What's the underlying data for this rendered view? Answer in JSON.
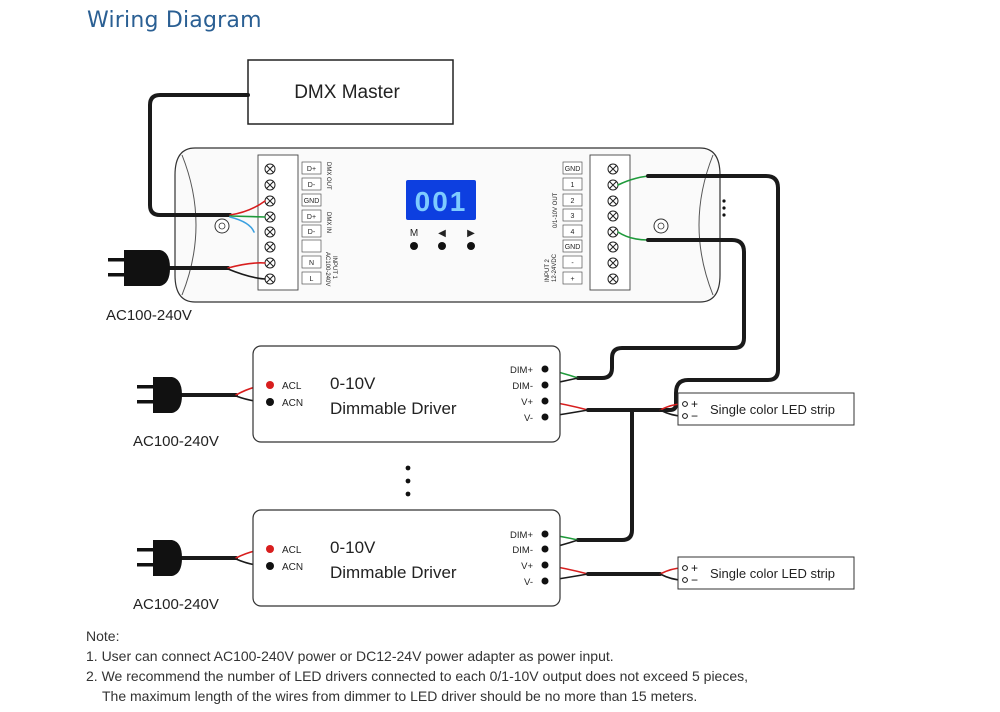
{
  "title": "Wiring Diagram",
  "dmx_master": {
    "label": "DMX Master"
  },
  "controller": {
    "display": "001",
    "buttons": [
      "M",
      "◀",
      "▶"
    ],
    "left_terminals": [
      "D+",
      "D-",
      "GND",
      "D+",
      "D-",
      "",
      "N",
      "L"
    ],
    "left_group_labels": [
      "DMX OUT",
      "DMX IN",
      "INPUT 1",
      "AC100-240V"
    ],
    "right_terminals": [
      "GND",
      "1",
      "2",
      "3",
      "4",
      "GND",
      "-",
      "+"
    ],
    "right_group_labels": [
      "0/1-10V OUT",
      "INPUT 2",
      "12-24VDC"
    ]
  },
  "power_labels": {
    "controller": "AC100-240V",
    "driver1": "AC100-240V",
    "driver2": "AC100-240V"
  },
  "drivers": [
    {
      "title_line1": "0-10V",
      "title_line2": "Dimmable Driver",
      "input_pins": [
        "ACL",
        "ACN"
      ],
      "output_pins": [
        "DIM+",
        "DIM-",
        "V+",
        "V-"
      ]
    },
    {
      "title_line1": "0-10V",
      "title_line2": "Dimmable Driver",
      "input_pins": [
        "ACL",
        "ACN"
      ],
      "output_pins": [
        "DIM+",
        "DIM-",
        "V+",
        "V-"
      ]
    }
  ],
  "led_strips": [
    {
      "label": "Single color LED strip",
      "plus": "+",
      "minus": "−"
    },
    {
      "label": "Single color LED strip",
      "plus": "+",
      "minus": "−"
    }
  ],
  "notes": {
    "heading": "Note:",
    "items": [
      "1. User can connect AC100-240V power or DC12-24V power adapter as power input.",
      "2. We recommend the number of LED drivers connected to each 0/1-10V output does not exceed 5 pieces,",
      "    The maximum length of the wires from dimmer to LED driver should be no more than 15 meters."
    ]
  },
  "colors": {
    "title": "#2a5f93",
    "display_bg": "#0d3fe0",
    "display_text": "#7ecbff",
    "wire_black": "#1a1a1a",
    "wire_red": "#d81e1e",
    "wire_green": "#1e9a3a",
    "wire_blue": "#3aa0e0"
  }
}
